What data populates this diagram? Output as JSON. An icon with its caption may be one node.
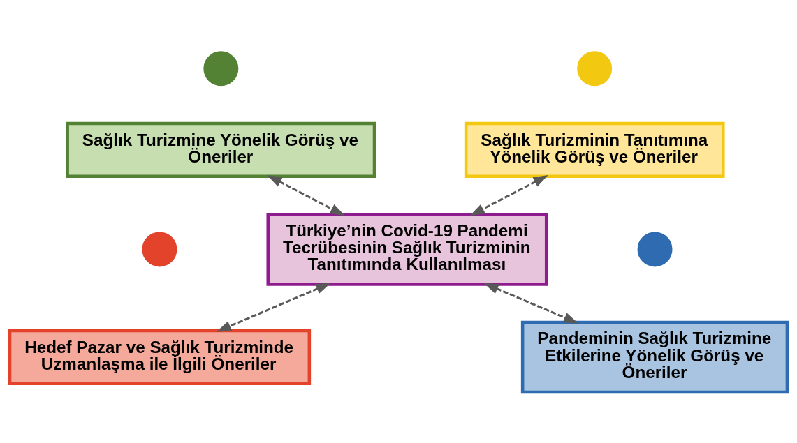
{
  "diagram": {
    "nodes": [
      {
        "text": [],
        "shape": "circle"
      },
      {
        "text": [],
        "shape": "circle"
      },
      {
        "text": [
          "Sağlık Turizmine Yönelik Görüş ve Öneriler"
        ]
      },
      {
        "text": [
          "Sağlık Turizminin Tanıtımına Yönelik Görüş ve Öneriler"
        ]
      },
      {
        "text": [
          "Türkiye’nin Covid-19 Pandemi Tecrübesinin Sağlık Turizminin Tanıtımında Kullanılması"
        ]
      },
      {
        "text": [],
        "shape": "circle"
      },
      {
        "text": [],
        "shape": "circle"
      },
      {
        "text": [
          "Hedef Pazar ve Sağlık Turizminde Uzmanlaşma ile İlgili Öneriler"
        ]
      },
      {
        "text": [
          "Pandeminin Sağlık Turizmine Etkilerine Yönelik Görüş ve Öneriler"
        ]
      }
    ],
    "edges": [
      {
        "from": 2,
        "to": 4,
        "arrow": "both",
        "style": "dashed"
      },
      {
        "from": 3,
        "to": 4,
        "arrow": "both",
        "style": "dashed"
      },
      {
        "from": 4,
        "to": 7,
        "arrow": "both",
        "style": "dashed"
      },
      {
        "from": 4,
        "to": 8,
        "arrow": "both",
        "style": "dashed"
      }
    ]
  }
}
